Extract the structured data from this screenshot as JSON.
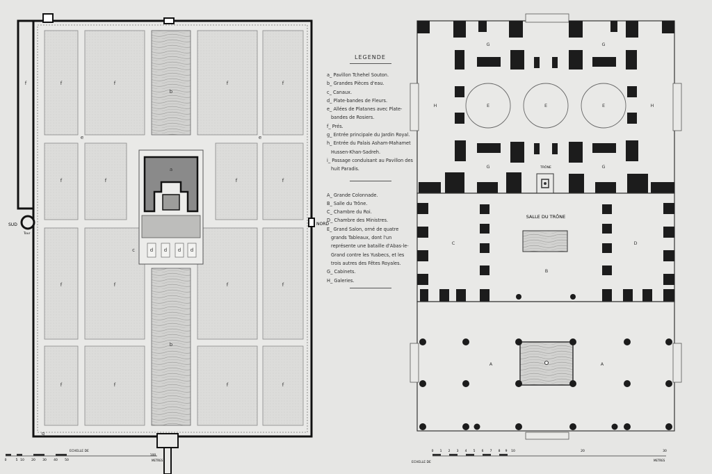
{
  "legend": {
    "title": "LEGENDE",
    "garden_items": [
      "a_ Pavillon Tchehel Souton.",
      "b_ Grandes Pièces d'eau.",
      "c_ Canaux.",
      "d_ Plate-bandes de Fleurs.",
      "e_ Allées de Platanes avec Plate-bandes de Rosiers.",
      "f_ Prés.",
      "g_ Entrée principale du Jardin Royal.",
      "h_ Entrée du Palais Asham-Mahamet Hussen-Khan-Sadreh.",
      "i_ Passage conduisant au Pavillon des huit Paradis."
    ],
    "pavilion_items": [
      "A_ Grande Colonnade.",
      "B_ Salle du Trône.",
      "C_ Chambre du Roi.",
      "D_ Chambre des Ministres.",
      "E_ Grand Salon, orné de quatre grands Tableaux, dont l'un représente une bataille d'Abas-le-Grand contre les Yusbecs, et les trois autres des Fêtes Royales.",
      "G_ Cabinets.",
      "H_ Galeries."
    ]
  },
  "left_plan": {
    "compass_west": "SUD",
    "compass_east": "NORD",
    "tower_label": "Tour",
    "lawn_letter": "f",
    "basin_letter": "b",
    "pavilion_letter": "a",
    "flowerbed_letter": "d",
    "canal_letter": "c",
    "alley_letter": "e",
    "entrance_letter": "g",
    "scale": {
      "caption": "ECHELLE DE",
      "units": "METRES",
      "ticks": [
        "0",
        "5",
        "10",
        "20",
        "30",
        "40",
        "50",
        "100"
      ]
    }
  },
  "right_plan": {
    "throne_hall_title": "SALLE DU TRÔNE",
    "throne_label": "TRÔNE",
    "room_letters": {
      "colonnade": "A",
      "throne_hall": "B",
      "king_room": "C",
      "ministers_room": "D",
      "salon": "E",
      "cabinets": "G",
      "galleries": "H"
    },
    "scale": {
      "caption": "ECHELLE DE",
      "units": "METRES",
      "ticks": [
        "0",
        "1",
        "2",
        "3",
        "4",
        "5",
        "6",
        "7",
        "8",
        "9",
        "10",
        "20",
        "30"
      ]
    }
  },
  "colors": {
    "paper": "#e6e6e4",
    "ink": "#1c1c1c",
    "lawn": "#dededc",
    "water": "#cfcfcd",
    "pavilion_fill": "#8a8a8a"
  }
}
